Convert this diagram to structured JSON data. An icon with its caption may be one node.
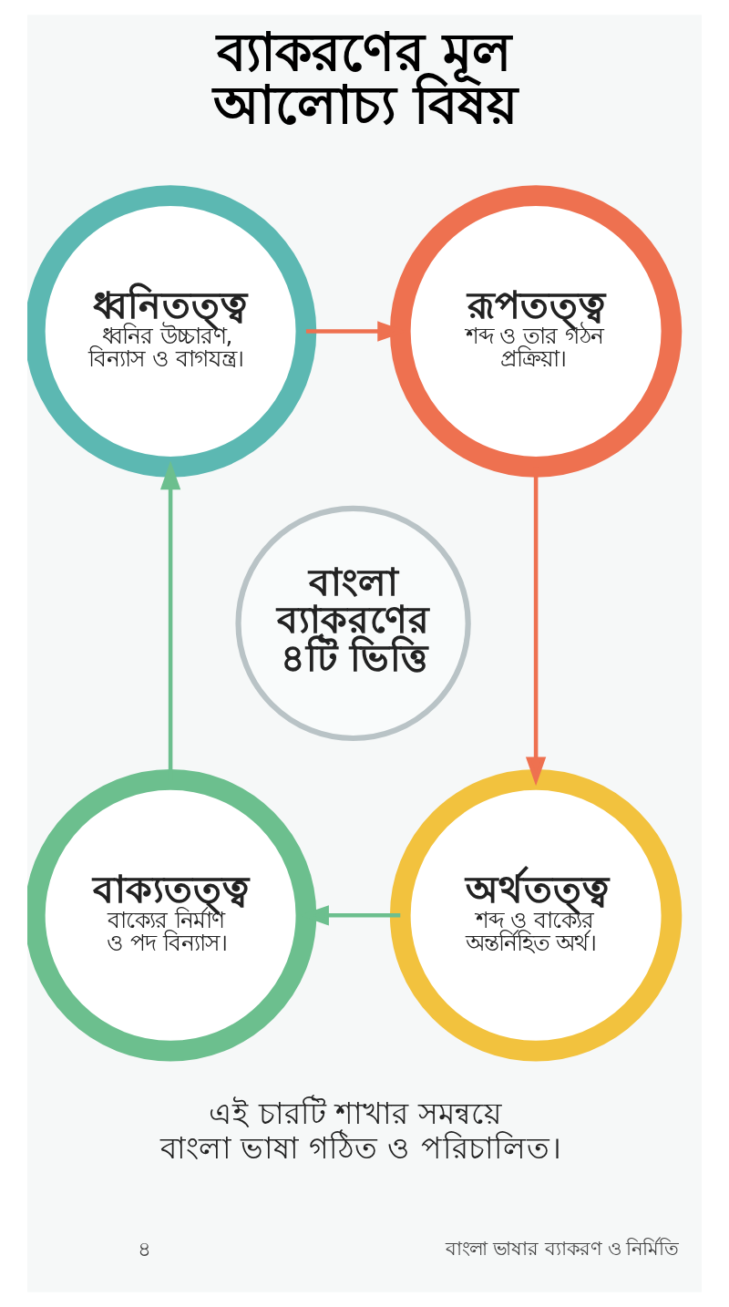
{
  "diagram": {
    "title": "ব্যাকরণের মূল আলোচ্য বিষয়",
    "caption": "এই চারটি শাখার সমন্বয়ে বাংলা ভাষা গঠিত ও পরিচালিত।",
    "nodes": [
      {
        "text": [
          "ধ্বনিতত্ত্ব",
          "ধ্বনির উচ্চারণ, বিন্যাস ও বাগযন্ত্র।"
        ]
      },
      {
        "text": [
          "রূপতত্ত্ব",
          "শব্দ ও তার গঠন প্রক্রিয়া।"
        ]
      },
      {
        "text": [
          "বাংলা ব্যাকরণের ৪টি ভিত্তি"
        ]
      },
      {
        "text": [
          "বাক্যতত্ত্ব",
          "বাক্যের নির্মাণ ও পদ বিন্যাস।"
        ]
      },
      {
        "text": [
          "অর্থতত্ত্ব",
          "শব্দ ও বাক্যের অন্তর্নিহিত অর্থ।"
        ]
      }
    ],
    "edges": [
      {
        "from": 0,
        "to": 1,
        "arrow": "to",
        "color": "#ee7150"
      },
      {
        "from": 1,
        "to": 4,
        "arrow": "to",
        "color": "#ee7150"
      },
      {
        "from": 4,
        "to": 3,
        "arrow": "to",
        "color": "#6cbf8e"
      },
      {
        "from": 3,
        "to": 0,
        "arrow": "to",
        "color": "#6cbf8e"
      }
    ],
    "labels": [
      "৪",
      "বাংলা ভাষার ব্যাকরণ ও নির্মিতি"
    ]
  }
}
